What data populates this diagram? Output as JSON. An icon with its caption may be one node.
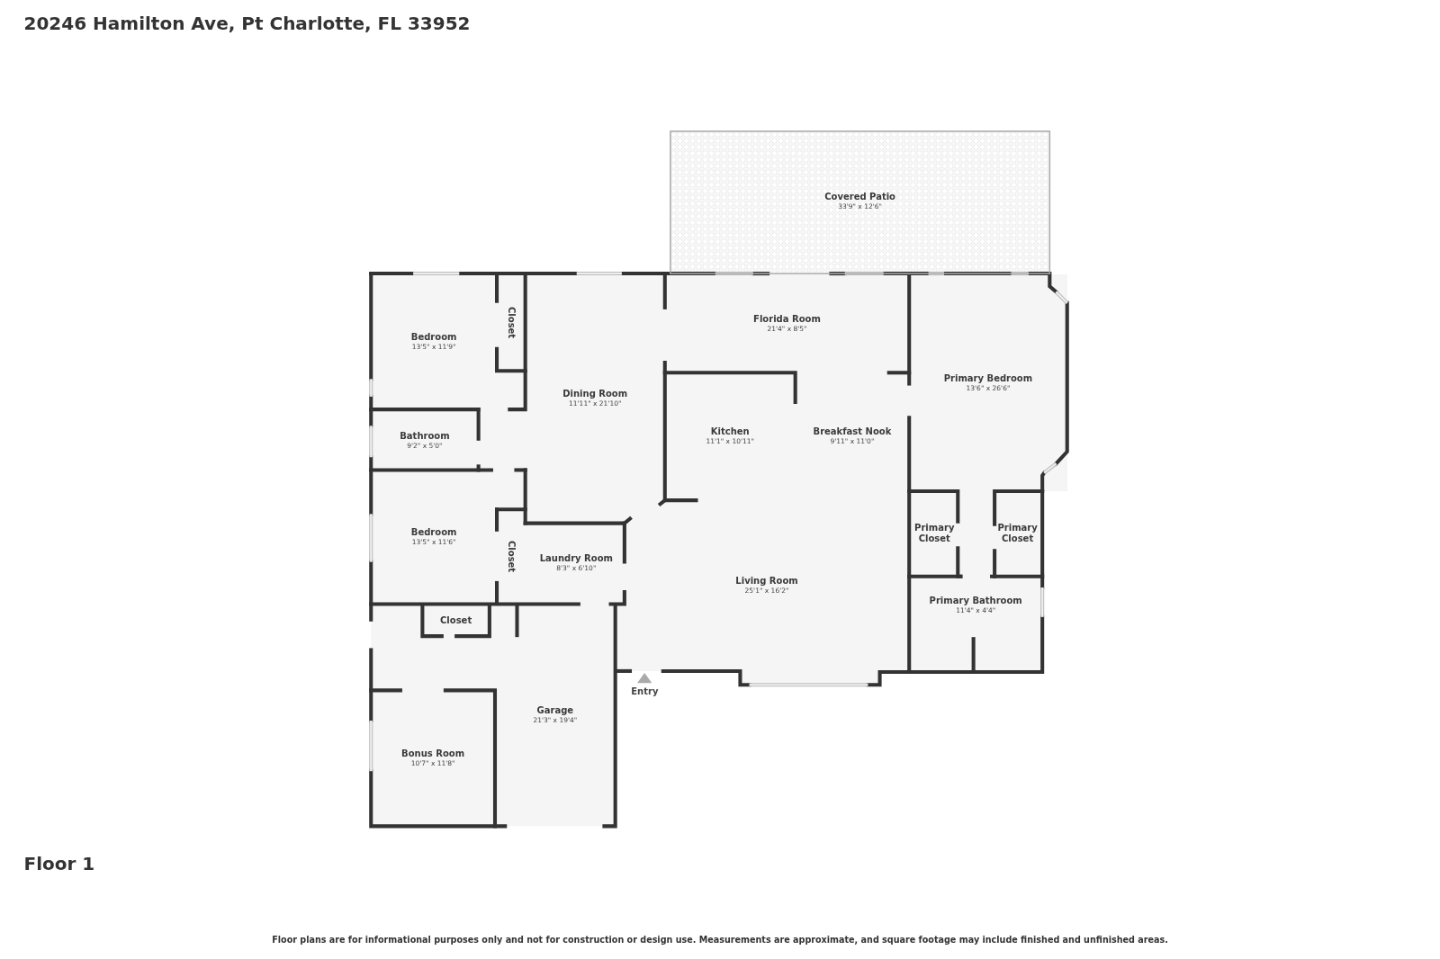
{
  "diagram": {
    "title": "20246 Hamilton Ave, Pt Charlotte, FL 33952",
    "nodes": [
      {
        "text": [
          "Covered Patio",
          "33'9\" x 12'6\""
        ]
      },
      {
        "text": [
          "Bedroom",
          "13'5\" x 11'9\""
        ]
      },
      {
        "text": [
          "Closet"
        ]
      },
      {
        "text": [
          "Dining Room",
          "11'11\" x 21'10\""
        ]
      },
      {
        "text": [
          "Florida Room",
          "21'4\" x 8'5\""
        ]
      },
      {
        "text": [
          "Primary Bedroom",
          "13'6\" x 26'6\""
        ]
      },
      {
        "text": [
          "Bathroom",
          "9'2\" x 5'0\""
        ]
      },
      {
        "text": [
          "Kitchen",
          "11'1\" x 10'11\""
        ]
      },
      {
        "text": [
          "Breakfast Nook",
          "9'11\" x 11'0\""
        ]
      },
      {
        "text": [
          "Bedroom",
          "13'5\" x 11'6\""
        ]
      },
      {
        "text": [
          "Closet"
        ]
      },
      {
        "text": [
          "Primary Closet"
        ]
      },
      {
        "text": [
          "Primary Closet"
        ]
      },
      {
        "text": [
          "Laundry Room",
          "8'3\" x 6'10\""
        ]
      },
      {
        "text": [
          "Living Room",
          "25'1\" x 16'2\""
        ]
      },
      {
        "text": [
          "Primary Bathroom",
          "11'4\" x 4'4\""
        ]
      },
      {
        "text": [
          "Closet"
        ]
      },
      {
        "text": [
          "Garage",
          "21'3\" x 19'4\""
        ]
      },
      {
        "text": [
          "Bonus Room",
          "10'7\" x 11'8\""
        ]
      }
    ],
    "labels": [
      "Entry",
      "Floor 1",
      "Floor plans are for informational purposes only and not for construction or design use. Measurements are approximate, and square footage may include finished and unfinished areas."
    ]
  }
}
